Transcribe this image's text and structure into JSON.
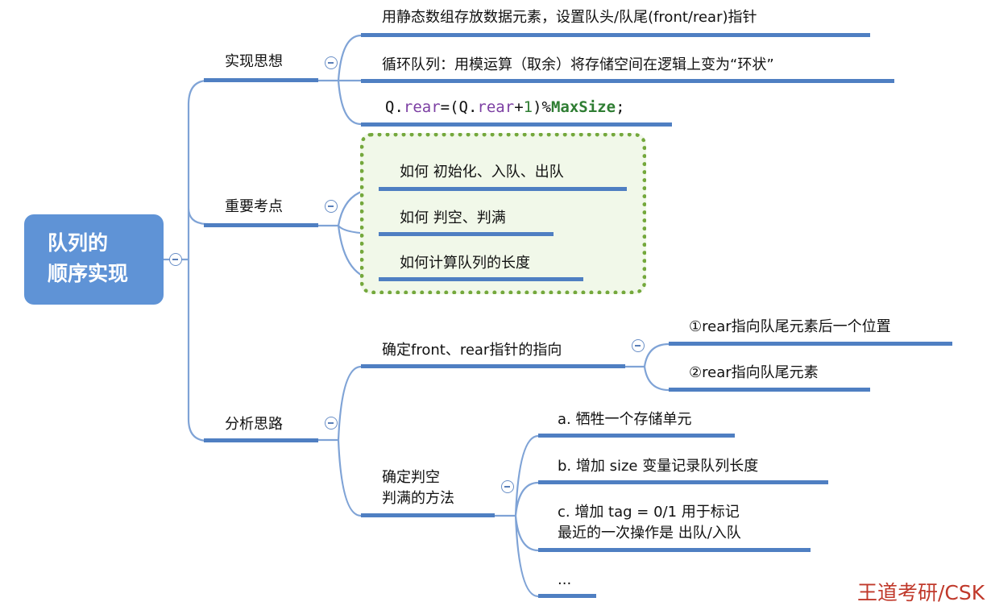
{
  "root": {
    "line1": "队列的",
    "line2": "顺序实现"
  },
  "branches": {
    "idea": {
      "label": "实现思想",
      "children": [
        "用静态数组存放数据元素，设置队头/队尾(front/rear)指针",
        "循环队列：用模运算（取余）将存储空间在逻辑上变为“环状”"
      ],
      "code": {
        "p1": "Q.",
        "p2": "rear",
        "p3": "=(Q.",
        "p4": "rear",
        "p5": "+",
        "p6": "1",
        "p7": ")%",
        "p8": "MaxSize",
        "p9": ";"
      }
    },
    "keypoints": {
      "label": "重要考点",
      "children": [
        "如何 初始化、入队、出队",
        "如何 判空、判满",
        "如何计算队列的长度"
      ]
    },
    "analysis": {
      "label": "分析思路",
      "pointer": {
        "label": "确定front、rear指针的指向",
        "children": [
          "①rear指向队尾元素后一个位置",
          "②rear指向队尾元素"
        ]
      },
      "method": {
        "line1": "确定判空",
        "line2": "判满的方法",
        "children": {
          "a": "a. 牺牲一个存储单元",
          "b": "b. 增加 size 变量记录队列长度",
          "c1": "c. 增加 tag = 0/1 用于标记",
          "c2": "最近的一次操作是 出队/入队",
          "more": "..."
        }
      }
    }
  },
  "watermark": "王道考研/CSK",
  "colors": {
    "root_bg": "#5f93d6",
    "underline": "#4f7fc2",
    "connector": "#7fa3d6",
    "highlight_border": "#74a83c",
    "highlight_bg": "#f1f8e9"
  }
}
